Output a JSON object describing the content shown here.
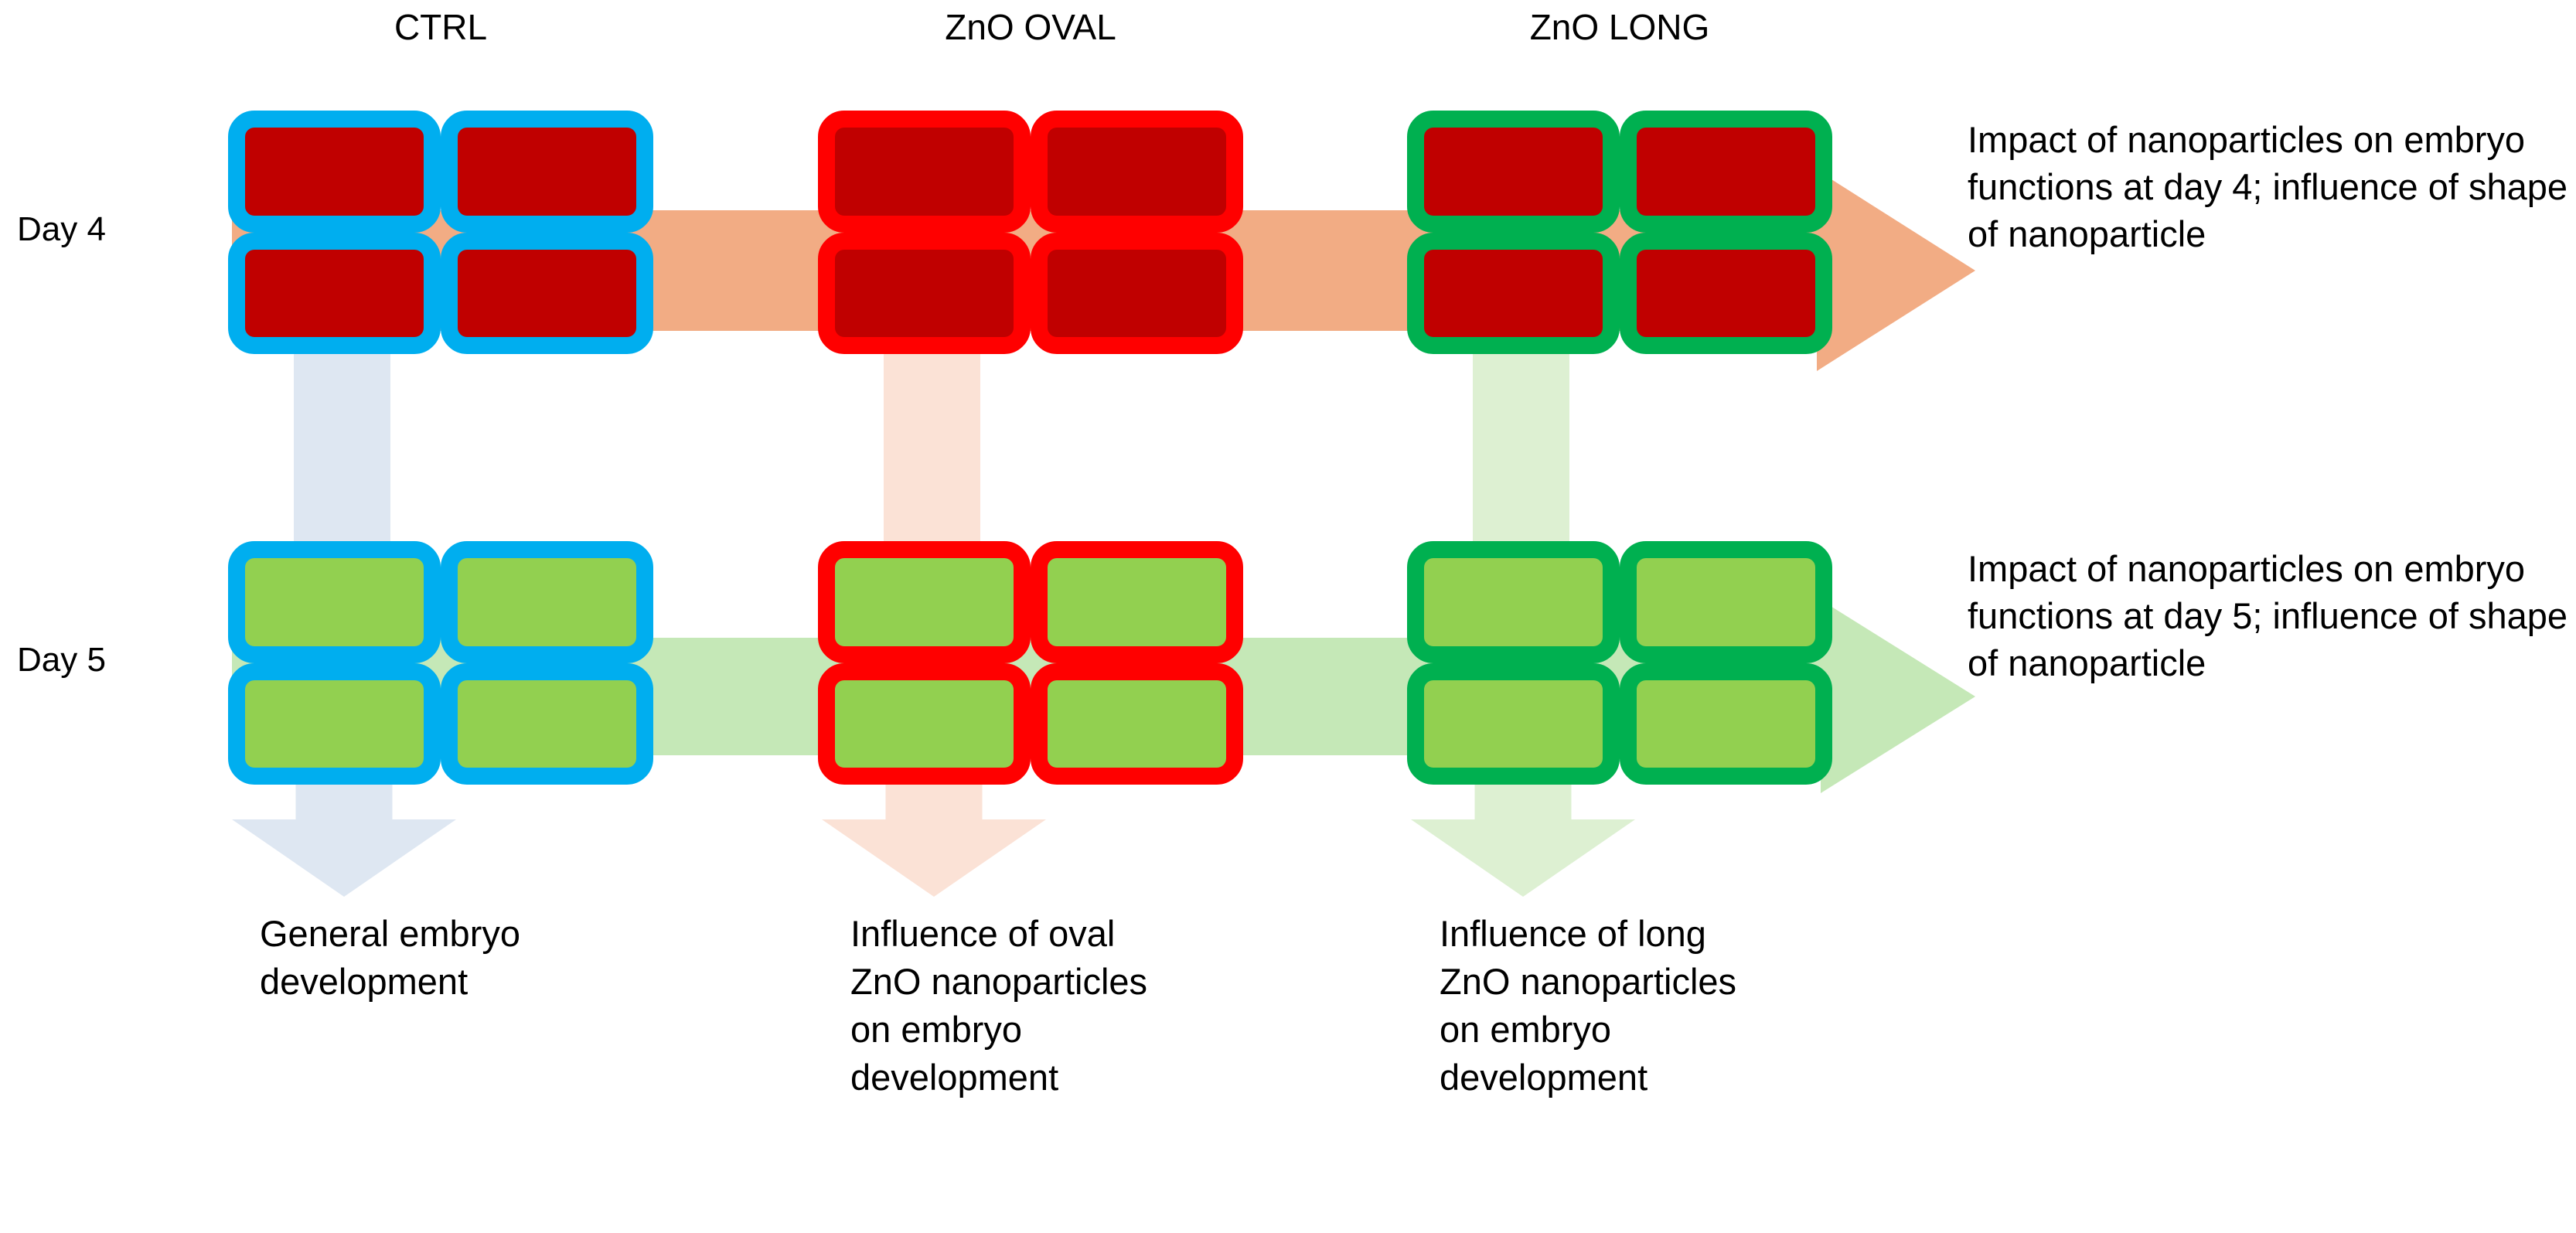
{
  "diagram": {
    "title_columns": [
      {
        "label": "CTRL",
        "accent": "#00AEEF"
      },
      {
        "label": "ZnO OVAL",
        "accent": "#FF0000"
      },
      {
        "label": "ZnO LONG",
        "accent": "#00B050"
      }
    ],
    "rows": [
      {
        "label": "Day 4",
        "well_fill": "#C00000"
      },
      {
        "label": "Day 5",
        "well_fill": "#92D050"
      }
    ],
    "plates": [
      {
        "column": "CTRL",
        "day": "Day 4",
        "border_color": "#00AEEF",
        "fill_color": "#C00000",
        "wells": 4
      },
      {
        "column": "ZnO OVAL",
        "day": "Day 4",
        "border_color": "#FF0000",
        "fill_color": "#C00000",
        "wells": 4
      },
      {
        "column": "ZnO LONG",
        "day": "Day 4",
        "border_color": "#00B050",
        "fill_color": "#C00000",
        "wells": 4
      },
      {
        "column": "CTRL",
        "day": "Day 5",
        "border_color": "#00AEEF",
        "fill_color": "#92D050",
        "wells": 4
      },
      {
        "column": "ZnO OVAL",
        "day": "Day 5",
        "border_color": "#FF0000",
        "fill_color": "#92D050",
        "wells": 4
      },
      {
        "column": "ZnO LONG",
        "day": "Day 5",
        "border_color": "#00B050",
        "fill_color": "#92D050",
        "wells": 4
      }
    ],
    "horizontal_arrows": [
      {
        "day": "Day 4",
        "color": "#F2AC84",
        "outcome": "Impact of nanoparticles on embryo functions at day 4; influence of shape of nanoparticle"
      },
      {
        "day": "Day 5",
        "color": "#C5E8B7",
        "outcome": "Impact of nanoparticles on embryo functions at day 5; influence of shape of nanoparticle"
      }
    ],
    "vertical_arrows": [
      {
        "column": "CTRL",
        "color": "#DEE7F2",
        "outcome": "General embryo development"
      },
      {
        "column": "ZnO OVAL",
        "color": "#FBE2D6",
        "outcome": "Influence of oval ZnO nanoparticles on embryo development"
      },
      {
        "column": "ZnO LONG",
        "color": "#DDF0D2",
        "outcome": "Influence of long ZnO nanoparticles on embryo development"
      }
    ],
    "side_outcomes": [
      {
        "day": "Day 4",
        "text": "Impact of nanoparticles on embryo functions at day 4; influence of shape of nanoparticle"
      },
      {
        "day": "Day 5",
        "text": "Impact of nanoparticles on embryo functions at day 5; influence of shape of nanoparticle"
      }
    ],
    "bottom_outcomes": [
      {
        "column": "CTRL",
        "text": "General embryo development"
      },
      {
        "column": "ZnO OVAL",
        "text": "Influence of oval ZnO nanoparticles on embryo development"
      },
      {
        "column": "ZnO LONG",
        "text": "Influence of long ZnO nanoparticles on embryo development"
      }
    ],
    "colors": {
      "ctrl_accent": "#00AEEF",
      "oval_accent": "#FF0000",
      "long_accent": "#00B050",
      "day4_well": "#C00000",
      "day5_well": "#92D050",
      "day4_arrow": "#F2AC84",
      "day5_arrow": "#C5E8B7",
      "ctrl_band": "#DEE7F2",
      "oval_band": "#FBE2D6",
      "long_band": "#DDF0D2",
      "background": "#FFFFFF",
      "text": "#000000"
    }
  }
}
